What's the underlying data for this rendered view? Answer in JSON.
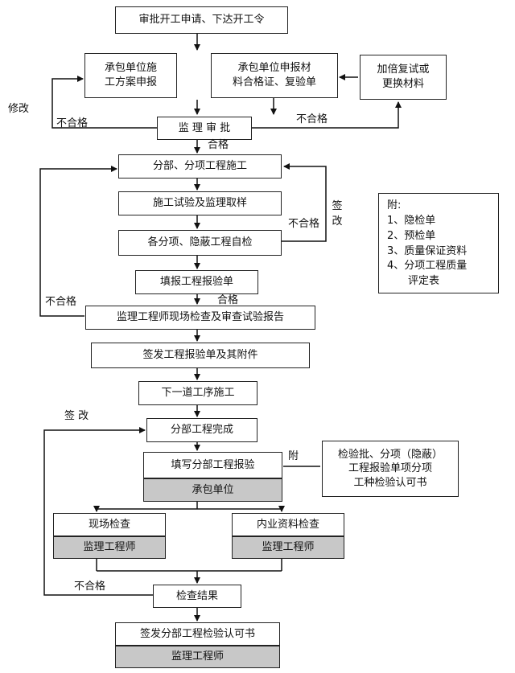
{
  "nodes": {
    "approve_start": "审批开工申请、下达开工令",
    "contractor_plan": "承包单位施\n工方案申报",
    "materials_report": "承包单位申报材\n料合格证、复验单",
    "retest": "加倍复试或\n更换材料",
    "supervision_approval": "监 理 审 批",
    "subproject_construction": "分部、分项工程施工",
    "test_sampling": "施工试验及监理取样",
    "self_inspection": "各分项、隐蔽工程自检",
    "fill_report": "填报工程报验单",
    "site_check": "监理工程师现场检查及审查试验报告",
    "sign_report": "签发工程报验单及其附件",
    "next_process": "下一道工序施工",
    "division_complete": "分部工程完成",
    "fill_division_report": "填写分部工程报验",
    "contractor_unit": "承包单位",
    "attachment_box": "检验批、分项（隐蔽）\n工程报验单项分项\n工种检验认可书",
    "field_check": "现场检查",
    "field_engineer": "监理工程师",
    "document_check": "内业资料检查",
    "document_engineer": "监理工程师",
    "check_result": "检查结果",
    "sign_permit": "签发分部工程检验认可书",
    "final_engineer": "监理工程师"
  },
  "notes": {
    "title": "附:",
    "items": [
      "1、隐检单",
      "2、预检单",
      "3、质量保证资料",
      "4、分项工程质量",
      "评定表"
    ]
  },
  "labels": {
    "modify": "修改",
    "unqualified_1": "不合格",
    "unqualified_2": "不合格",
    "qualified_1": "合格",
    "unqualified_3": "不合格",
    "sign_modify_vertical": "签\n改",
    "unqualified_4": "不合格",
    "qualified_2": "合格",
    "sign_modify": "签 改",
    "attach": "附",
    "unqualified_5": "不合格"
  }
}
